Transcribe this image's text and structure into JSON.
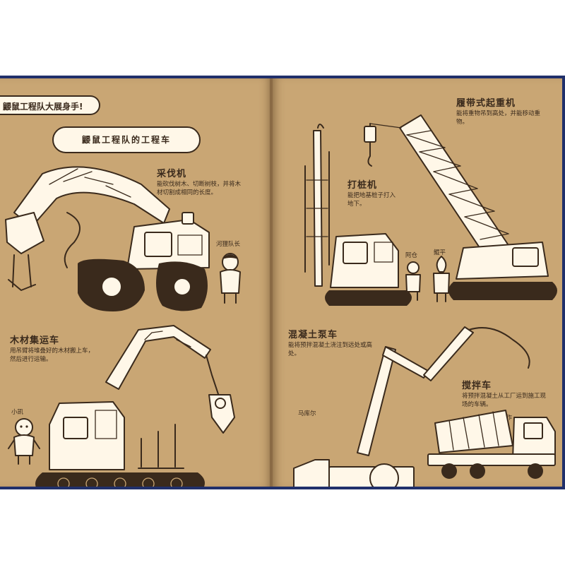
{
  "banner": "鼹鼠工程队大展身手!",
  "section_title": "鼹鼠工程队的工程车",
  "vehicles": {
    "feller": {
      "name": "采伐机",
      "desc": "能砍伐树木、切断树枝，并将木材切割成相同的长度。"
    },
    "log_loader": {
      "name": "木材集运车",
      "desc": "用吊臂将堆叠好的木材搬上车，然后进行运输。"
    },
    "pile_driver": {
      "name": "打桩机",
      "desc": "能把地基桩子打入地下。"
    },
    "crawler_crane": {
      "name": "履带式起重机",
      "desc": "能将重物吊到高处，并能移动重物。"
    },
    "pump_truck": {
      "name": "混凝土泵车",
      "desc": "能将预拌混凝土浇注到远处或高处。"
    },
    "mixer_truck": {
      "name": "搅拌车",
      "desc": "将预拌混凝土从工厂运到施工现场的车辆。"
    }
  },
  "characters": {
    "captain": "河狸队长",
    "xiaokai": "小凯",
    "azhou": "阿仓",
    "kunping": "鲲平",
    "makuer": "马库尔",
    "zuozuo": "鲲作"
  }
}
